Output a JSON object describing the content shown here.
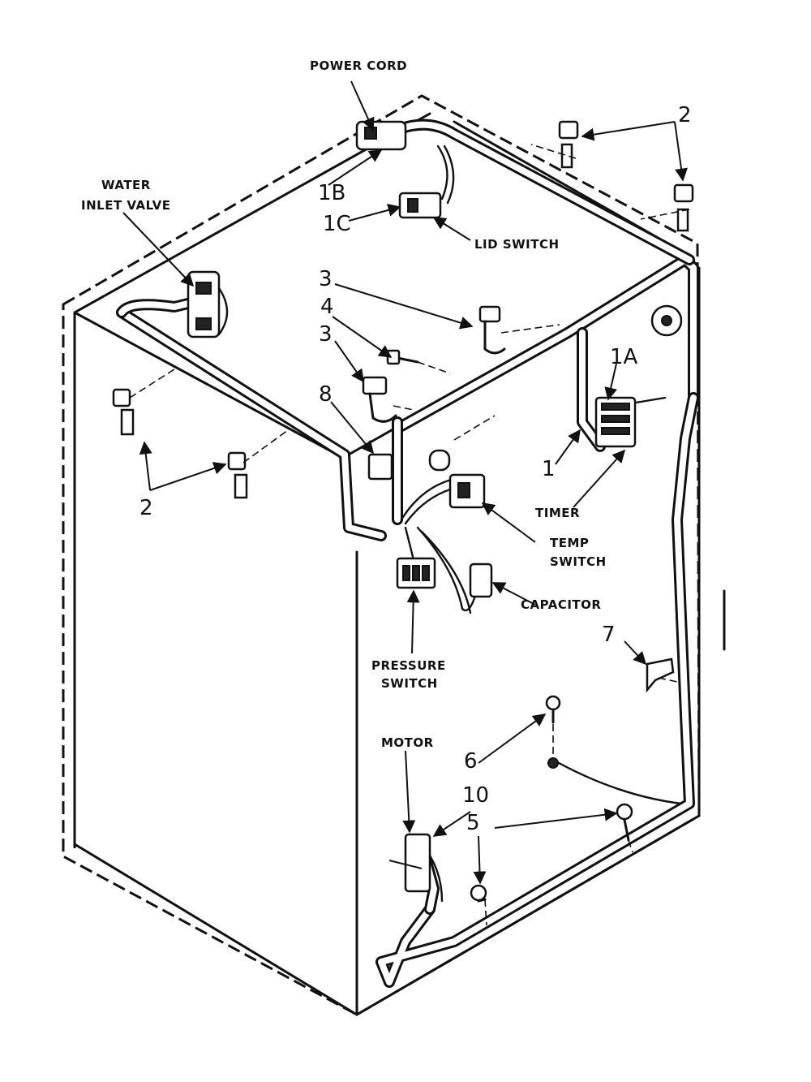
{
  "labels": {
    "power_cord": "POWER CORD",
    "water_inlet_line1": "WATER",
    "water_inlet_line2": "INLET VALVE",
    "lid_switch": "LID SWITCH",
    "timer": "TIMER",
    "temp_switch_line1": "TEMP",
    "temp_switch_line2": "SWITCH",
    "capacitor": "CAPACITOR",
    "pressure_switch_line1": "PRESSURE",
    "pressure_switch_line2": "SWITCH",
    "motor": "MOTOR"
  },
  "callouts": {
    "c1": "1",
    "c1a": "1A",
    "c1b": "1B",
    "c1c": "1C",
    "c2_top": "2",
    "c2_left": "2",
    "c3_upper": "3",
    "c3_lower": "3",
    "c4": "4",
    "c5": "5",
    "c6": "6",
    "c7": "7",
    "c8": "8",
    "c10": "10"
  }
}
